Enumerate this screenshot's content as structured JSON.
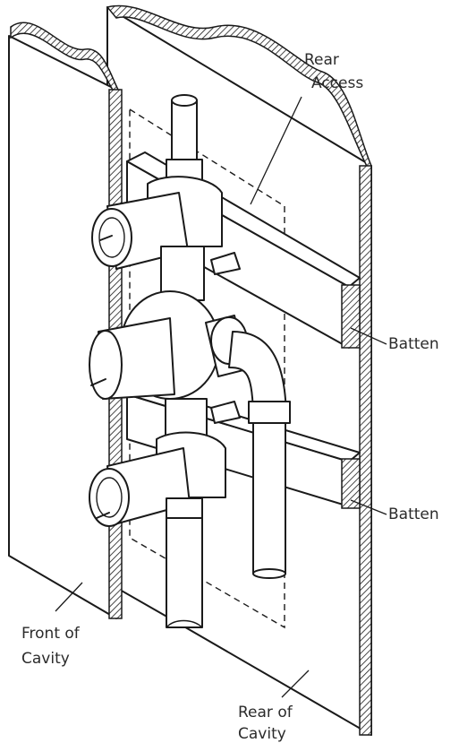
{
  "labels": {
    "rear_access_line1": "Rear",
    "rear_access_line2": "Access",
    "batten_upper": "Batten",
    "batten_lower": "Batten",
    "front_of_cavity_line1": "Front of",
    "front_of_cavity_line2": "Cavity",
    "rear_of_cavity_line1": "Rear of",
    "rear_of_cavity_line2": "Cavity"
  }
}
